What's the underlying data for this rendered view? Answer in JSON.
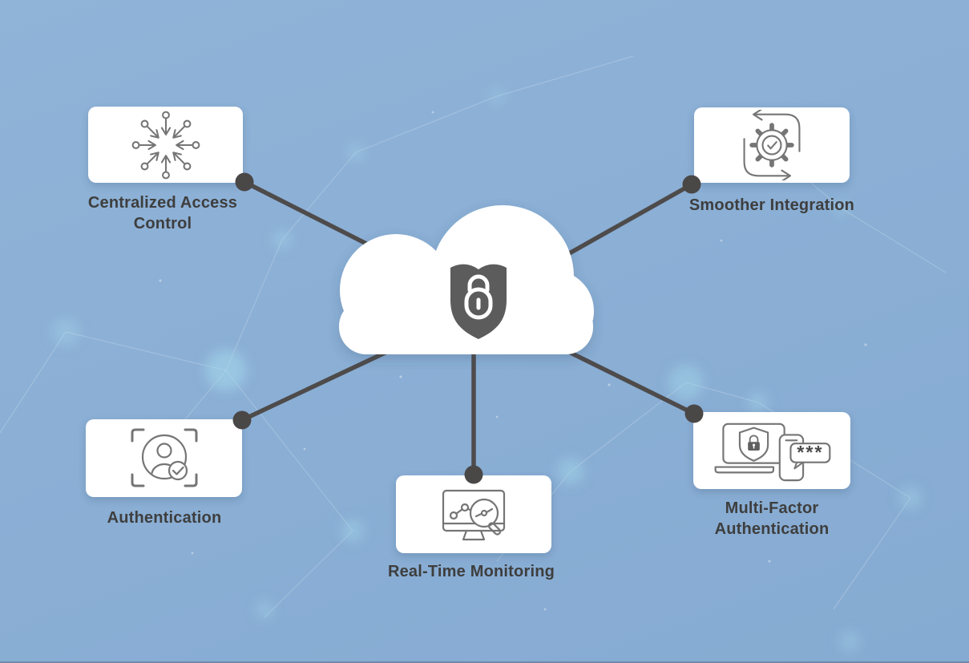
{
  "colors": {
    "background": "#8bafd5",
    "card": "#ffffff",
    "connector": "#4e4b4b",
    "shield_fill": "#5c5c5c",
    "label_text": "#3e3e3e",
    "icon_stroke": "#757575",
    "glow_accent": "#a5d9ec"
  },
  "center": {
    "name": "secure-cloud",
    "icon": "cloud-shield-lock-icon"
  },
  "nodes": [
    {
      "id": "centralized-access-control",
      "label": "Centralized Access Control",
      "icon": "centralized-arrows-icon",
      "position": "top-left"
    },
    {
      "id": "smoother-integration",
      "label": "Smoother Integration",
      "icon": "gear-cycle-check-icon",
      "position": "top-right"
    },
    {
      "id": "authentication",
      "label": "Authentication",
      "icon": "user-scan-verified-icon",
      "position": "bottom-left"
    },
    {
      "id": "real-time-monitoring",
      "label": "Real-Time Monitoring",
      "icon": "monitor-chart-magnifier-icon",
      "position": "bottom-center"
    },
    {
      "id": "multi-factor-authentication",
      "label": "Multi-Factor Authentication",
      "icon": "laptop-shield-phone-otp-icon",
      "position": "bottom-right",
      "otp_text": "***"
    }
  ]
}
